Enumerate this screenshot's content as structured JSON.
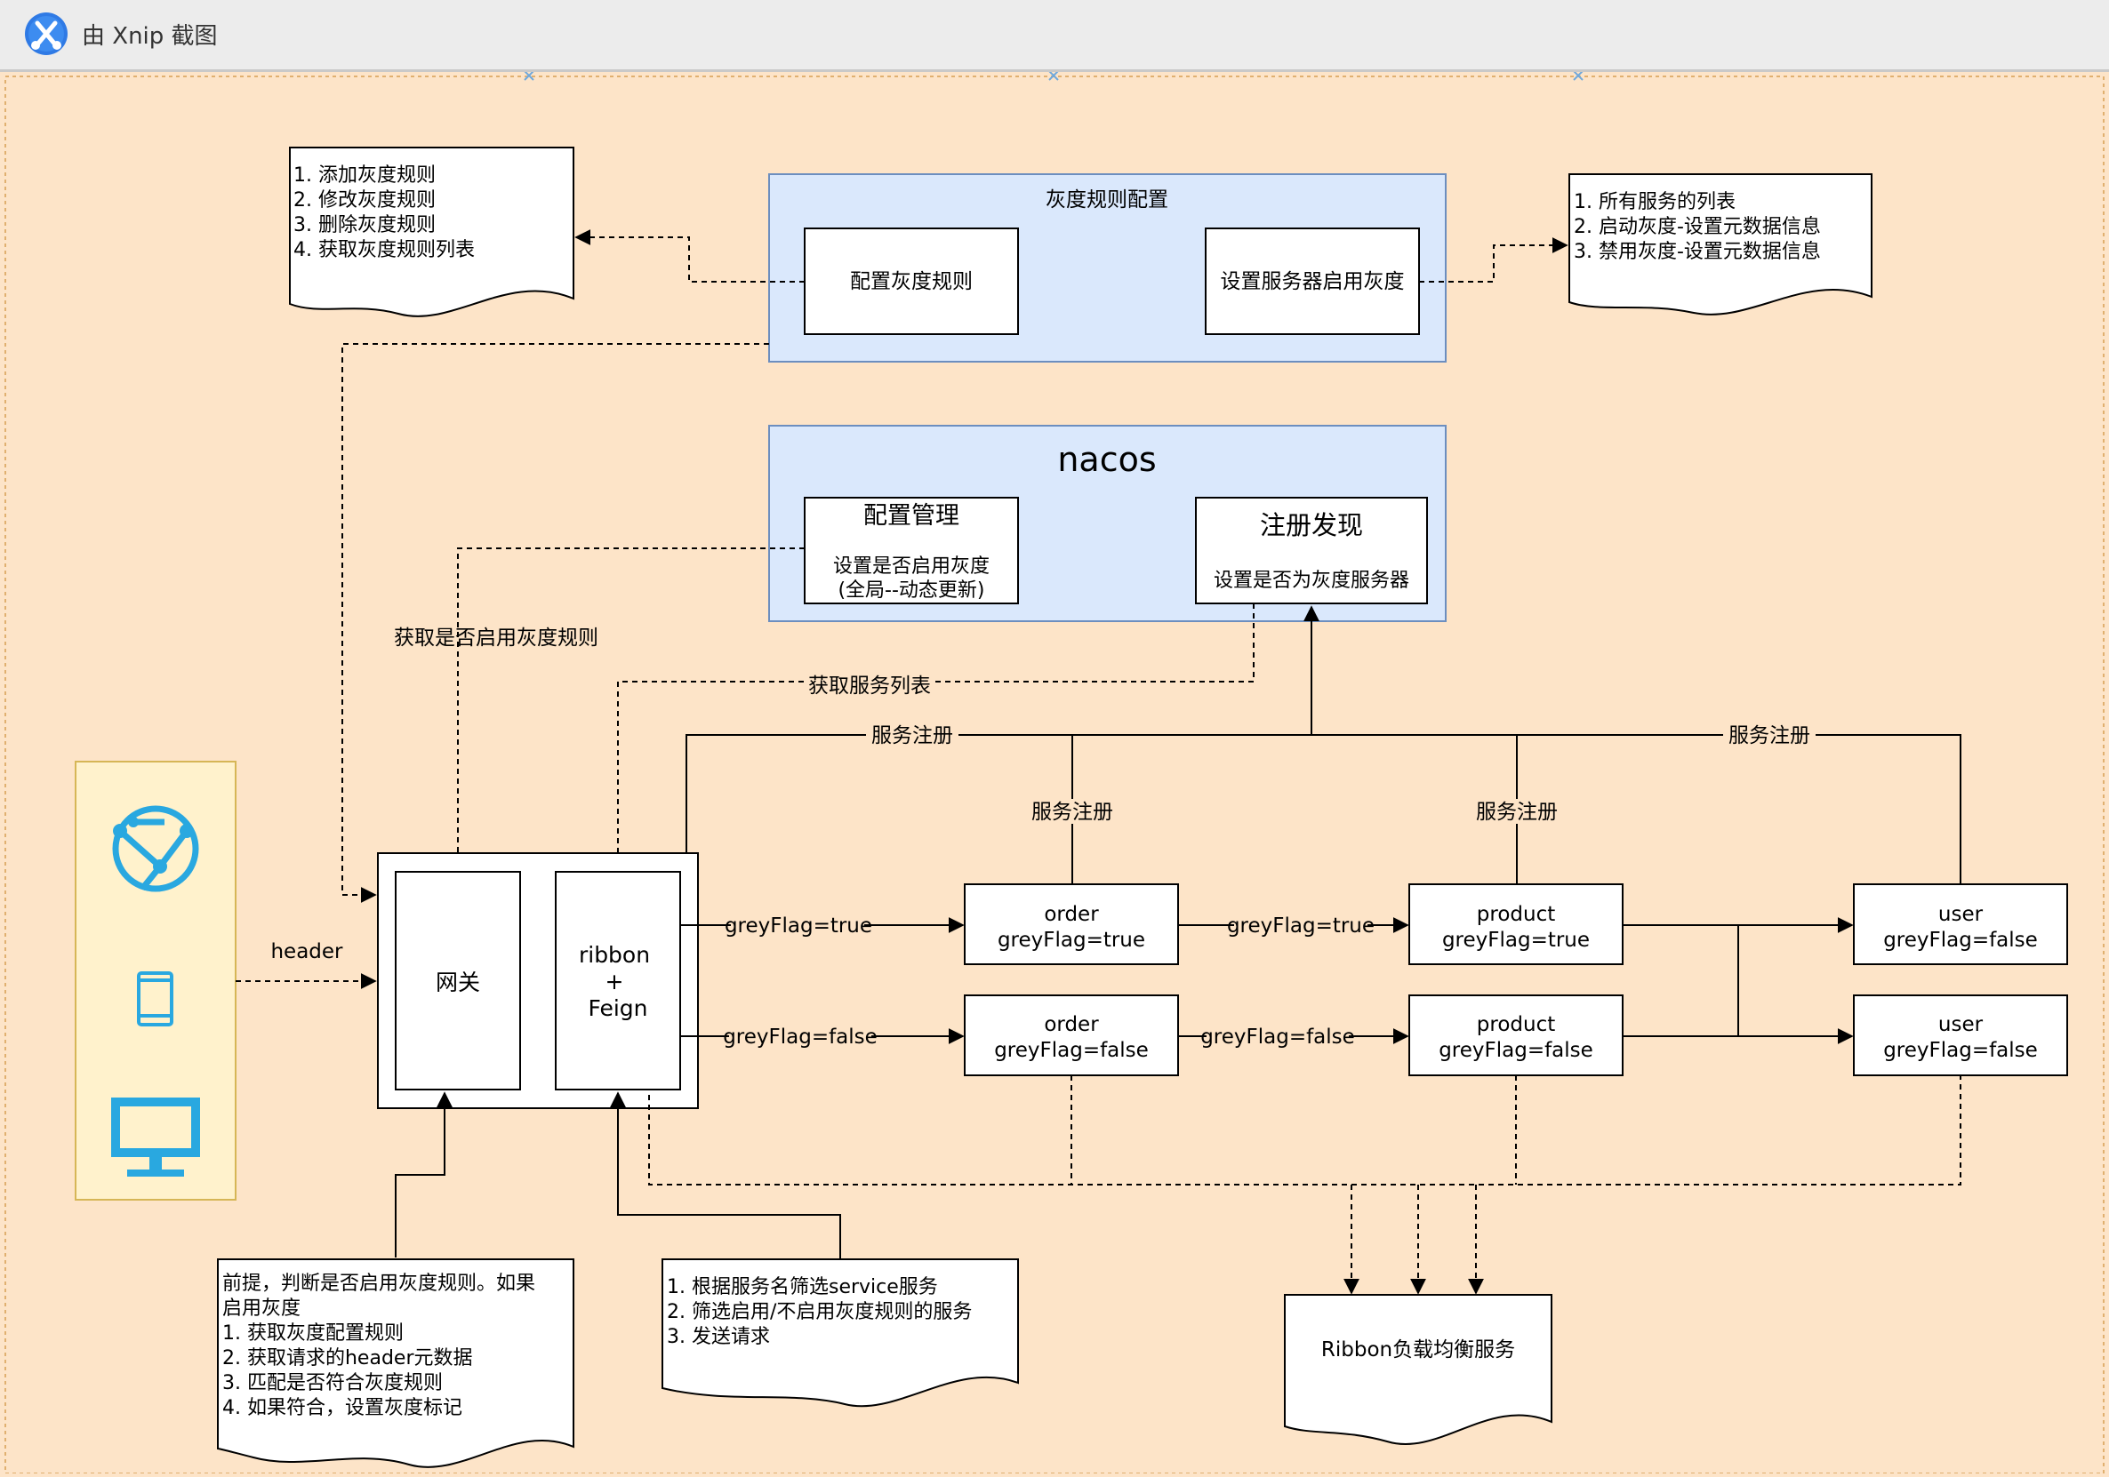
{
  "window": {
    "title": "由 Xnip 截图"
  },
  "diagram": {
    "grey_config": {
      "title": "灰度规则配置",
      "config_box": "配置灰度规则",
      "server_box": "设置服务器启用灰度",
      "left_doc": [
        "1. 添加灰度规则",
        "2. 修改灰度规则",
        "3. 删除灰度规则",
        "4. 获取灰度规则列表"
      ],
      "right_doc": [
        "1. 所有服务的列表",
        "2. 启动灰度-设置元数据信息",
        "3. 禁用灰度-设置元数据信息"
      ]
    },
    "nacos": {
      "title": "nacos",
      "config_mgmt": {
        "title": "配置管理",
        "line1": "设置是否启用灰度",
        "line2": "(全局--动态更新)"
      },
      "discovery": {
        "title": "注册发现",
        "line1": "设置是否为灰度服务器"
      }
    },
    "edge_labels": {
      "get_enabled": "获取是否启用灰度规则",
      "get_services": "获取服务列表",
      "register": "服务注册",
      "header": "header",
      "grey_true": "greyFlag=true",
      "grey_false": "greyFlag=false"
    },
    "gateway": "网关",
    "ribbon": [
      "ribbon",
      "+",
      "Feign"
    ],
    "services": {
      "order_true": [
        "order",
        "greyFlag=true"
      ],
      "order_false": [
        "order",
        "greyFlag=false"
      ],
      "product_true": [
        "product",
        "greyFlag=true"
      ],
      "product_false": [
        "product",
        "greyFlag=false"
      ],
      "user_true": [
        "user",
        "greyFlag=false"
      ],
      "user_false": [
        "user",
        "greyFlag=false"
      ]
    },
    "gateway_note": [
      "前提，判断是否启用灰度规则。如果",
      "启用灰度",
      "1. 获取灰度配置规则",
      "2. 获取请求的header元数据",
      "3. 匹配是否符合灰度规则",
      "4. 如果符合，设置灰度标记"
    ],
    "ribbon_note": [
      "1. 根据服务名筛选service服务",
      "2. 筛选启用/不启用灰度规则的服务",
      "3. 发送请求"
    ],
    "lb_doc": "Ribbon负载均衡服务"
  }
}
